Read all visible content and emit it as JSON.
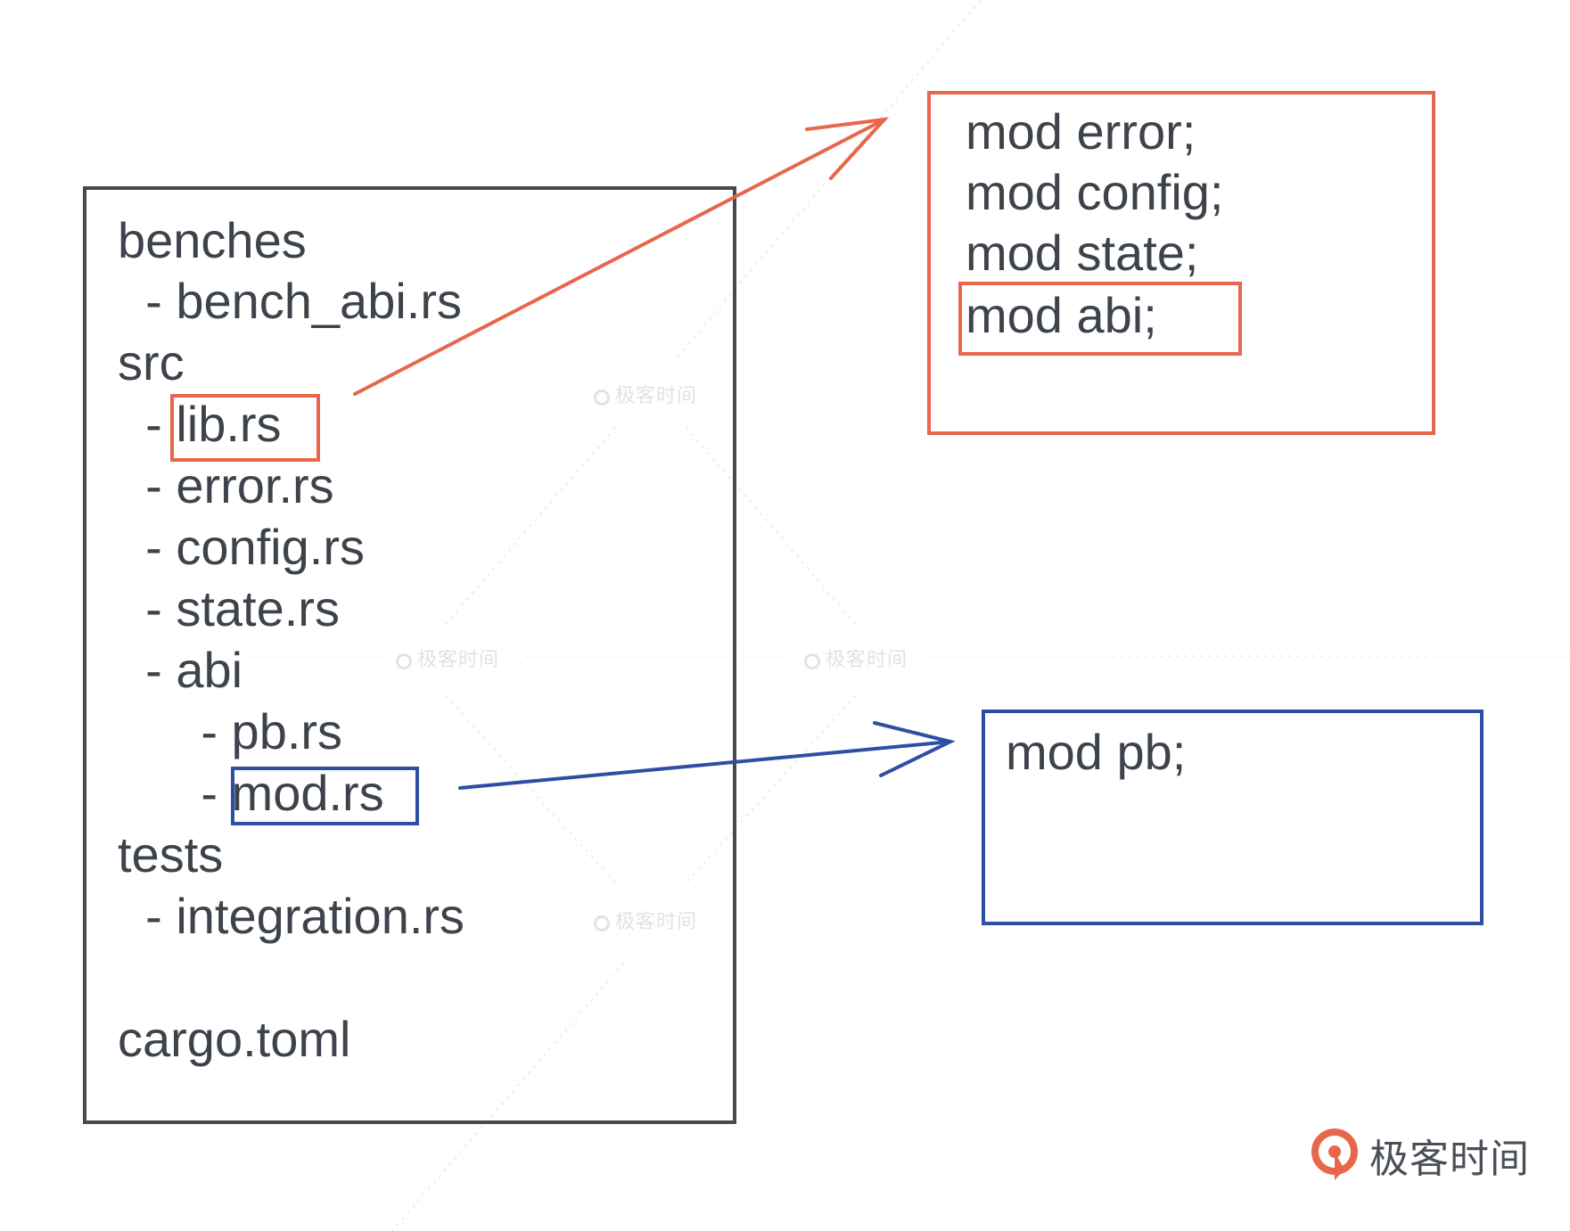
{
  "tree": {
    "lines": [
      "benches",
      "  - bench_abi.rs",
      "src",
      "  - lib.rs",
      "  - error.rs",
      "  - config.rs",
      "  - state.rs",
      "  - abi",
      "      - pb.rs",
      "      - mod.rs",
      "tests",
      "  - integration.rs",
      "",
      "cargo.toml"
    ]
  },
  "lib_rs_contents": {
    "lines": [
      "mod error;",
      "mod config;",
      "mod state;",
      "mod abi;"
    ]
  },
  "mod_rs_contents": {
    "lines": [
      "mod pb;"
    ]
  },
  "watermark": {
    "text": "极客时间"
  },
  "brand": {
    "text": "极客时间",
    "colors": {
      "logo_orange": "#e8674c",
      "text": "#4a4f57"
    }
  },
  "colors": {
    "tree_border": "#454a52",
    "red_highlight": "#e8674c",
    "blue_highlight": "#2d4fa3",
    "text": "#3d434b"
  }
}
